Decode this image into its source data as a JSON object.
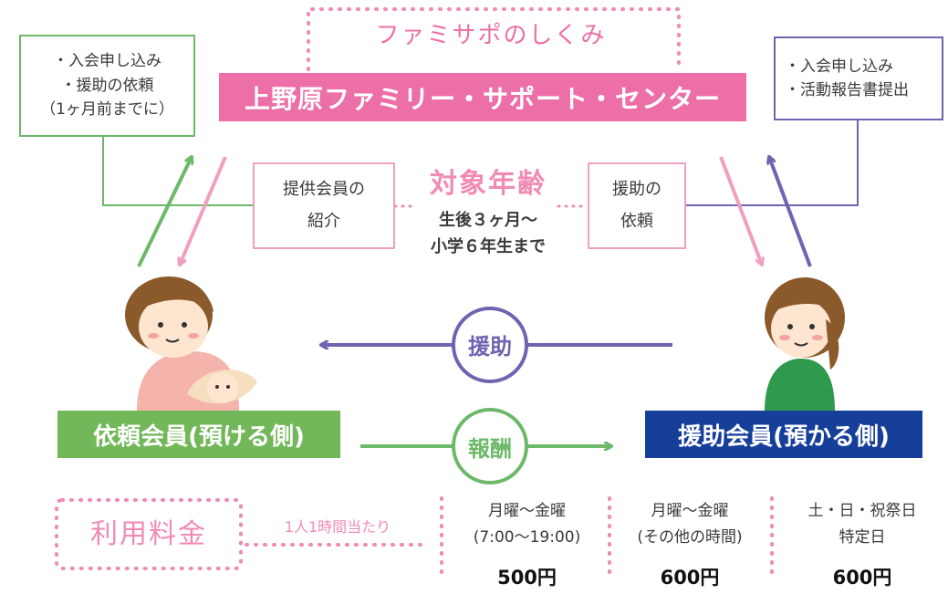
{
  "header": {
    "subtitle": "ファミサポのしくみ",
    "center_name": "上野原ファミリー・サポート・センター"
  },
  "left_box": {
    "lines": [
      "・入会申し込み",
      "・援助の依頼",
      "（1ヶ月前までに）"
    ]
  },
  "right_box": {
    "lines": [
      "・入会申し込み",
      "・活動報告書提出"
    ]
  },
  "intro_box": {
    "lines": [
      "提供会員の",
      "紹介"
    ]
  },
  "request_box": {
    "lines": [
      "援助の",
      "依頼"
    ]
  },
  "age": {
    "title": "対象年齢",
    "lines": [
      "生後３ヶ月～",
      "小学６年生まで"
    ]
  },
  "flows": {
    "help": "援助",
    "reward": "報酬"
  },
  "members": {
    "client": "依頼会員(預ける側)",
    "helper": "援助会員(預かる側)"
  },
  "fees": {
    "title": "利用料金",
    "per_hour": "1人1時間当たり",
    "columns": [
      {
        "line1": "月曜～金曜",
        "line2": "(7:00～19:00)",
        "price": "500円"
      },
      {
        "line1": "月曜～金曜",
        "line2": "(その他の時間)",
        "price": "600円"
      },
      {
        "line1": "土・日・祝祭日",
        "line2": "特定日",
        "price": "600円"
      }
    ]
  },
  "colors": {
    "pink": "#ec6fa7",
    "light_pink": "#eea0c1",
    "green": "#6db96a",
    "purple": "#6f64b0",
    "client_green": "#72b85a",
    "helper_blue": "#163f9a"
  }
}
